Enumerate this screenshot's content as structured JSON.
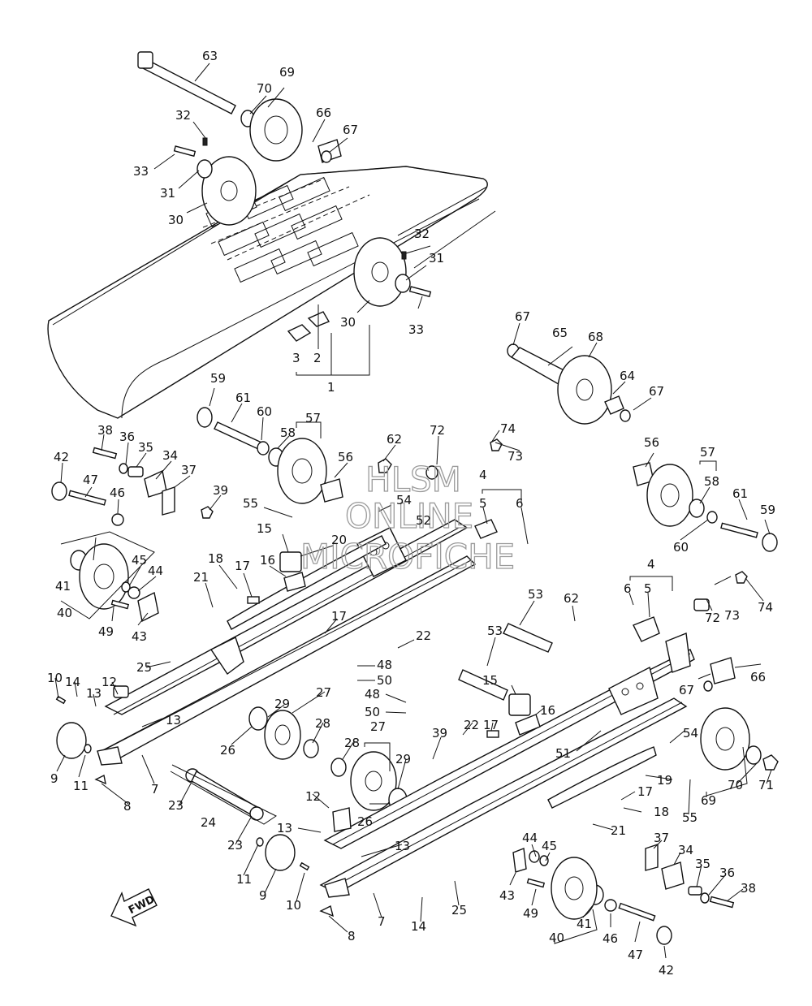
{
  "watermark": {
    "line1": "HLSM",
    "line2": "ONLINE",
    "line3": "MICROFICHE"
  },
  "fwd_label": "FWD",
  "callouts": [
    "63",
    "69",
    "70",
    "66",
    "67",
    "32",
    "33",
    "31",
    "30",
    "32",
    "31",
    "30",
    "33",
    "3",
    "2",
    "1",
    "67",
    "65",
    "68",
    "64",
    "67",
    "59",
    "61",
    "60",
    "58",
    "57",
    "56",
    "62",
    "72",
    "74",
    "73",
    "38",
    "36",
    "35",
    "34",
    "37",
    "42",
    "47",
    "46",
    "39",
    "55",
    "54",
    "52",
    "4",
    "5",
    "6",
    "15",
    "20",
    "41",
    "45",
    "44",
    "40",
    "49",
    "43",
    "18",
    "16",
    "21",
    "17",
    "56",
    "57",
    "58",
    "61",
    "59",
    "60",
    "4",
    "6",
    "5",
    "73",
    "74",
    "72",
    "53",
    "62",
    "53",
    "22",
    "48",
    "50",
    "17",
    "66",
    "67",
    "14",
    "12",
    "13",
    "10",
    "25",
    "29",
    "27",
    "28",
    "26",
    "13",
    "9",
    "11",
    "8",
    "7",
    "48",
    "50",
    "15",
    "16",
    "17",
    "22",
    "39",
    "51",
    "54",
    "19",
    "28",
    "27",
    "29",
    "23",
    "24",
    "23",
    "12",
    "13",
    "26",
    "13",
    "11",
    "9",
    "10",
    "8",
    "7",
    "14",
    "25",
    "70",
    "71",
    "69",
    "55",
    "17",
    "18",
    "21",
    "37",
    "34",
    "35",
    "36",
    "38",
    "44",
    "45",
    "43",
    "49",
    "40",
    "41",
    "46",
    "47",
    "42"
  ]
}
